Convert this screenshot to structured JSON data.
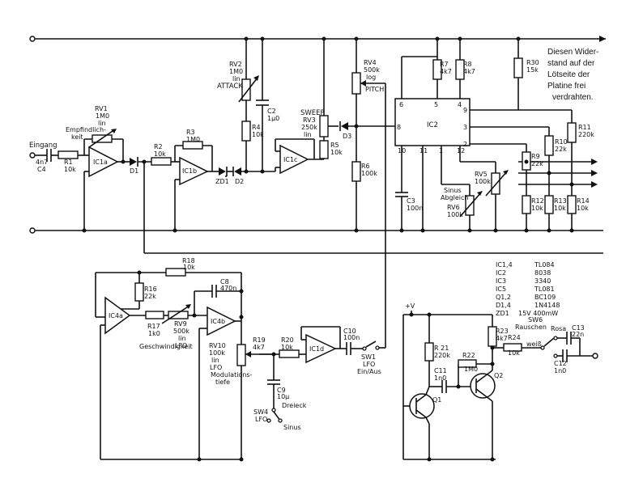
{
  "note": {
    "lines": [
      "Diesen Wider-",
      "stand auf der",
      "Lötseite der",
      "Platine frei",
      "verdrahten."
    ]
  },
  "input": {
    "name": "Eingang",
    "cap": "4n7",
    "cap_ref": "C4"
  },
  "r1": {
    "ref": "R1",
    "val": "10k"
  },
  "rv1": {
    "ref": "RV1",
    "val": "1M0",
    "type": "lin",
    "name1": "Empfindlich-",
    "name2": "keit"
  },
  "ic1a": "IC1a",
  "d1": "D1",
  "r2": {
    "ref": "R2",
    "val": "10k"
  },
  "r3": {
    "ref": "R3",
    "val": "1M0"
  },
  "ic1b": "IC1b",
  "zd1": "ZD1",
  "d2": "D2",
  "rv2": {
    "ref": "RV2",
    "val": "1M0",
    "type": "lin",
    "name": "ATTACK"
  },
  "c2": {
    "ref": "C2",
    "val": "1µ0"
  },
  "r4": {
    "ref": "R4",
    "val": "10k"
  },
  "ic1c": "IC1c",
  "rv3": {
    "name": "SWEEP",
    "ref": "RV3",
    "val": "250k",
    "type": "lin"
  },
  "r5": {
    "ref": "R5",
    "val": "10k"
  },
  "d3": "D3",
  "rv4": {
    "ref": "RV4",
    "val": "500k",
    "type": "log",
    "name": "PITCH"
  },
  "r6": {
    "ref": "R6",
    "val": "100k"
  },
  "ic2": {
    "ref": "IC2",
    "pins": [
      "6",
      "5",
      "4",
      "9",
      "8",
      "3",
      "2",
      "10",
      "11",
      "1",
      "12"
    ]
  },
  "r7": {
    "ref": "R7",
    "val": "4k7"
  },
  "r8": {
    "ref": "R8",
    "val": "4k7"
  },
  "r30": {
    "ref": "R30",
    "val": "15k"
  },
  "r11": {
    "ref": "R11",
    "val": "220k"
  },
  "r10": {
    "ref": "R10",
    "val": "22k"
  },
  "r9": {
    "ref": "R9",
    "val": "22k"
  },
  "rv5": {
    "ref": "RV5",
    "val": "100k"
  },
  "rv6": {
    "name1": "Sinus",
    "name2": "Abgleich",
    "ref": "RV6",
    "val": "100k"
  },
  "c3": {
    "ref": "C3",
    "val": "100n"
  },
  "r12": {
    "ref": "R12",
    "val": "10k"
  },
  "r13": {
    "ref": "R13",
    "val": "10k"
  },
  "r14": {
    "ref": "R14",
    "val": "10k"
  },
  "r18": {
    "ref": "R18",
    "val": "10k"
  },
  "r16": {
    "ref": "R16",
    "val": "22k"
  },
  "ic4a": "IC4a",
  "r17": {
    "ref": "R17",
    "val": "1k0"
  },
  "rv9": {
    "ref": "RV9",
    "val": "500k",
    "type": "lin",
    "lfo": "LFO",
    "name": "Geschwindigkeit"
  },
  "c8": {
    "ref": "C8",
    "val": "470n"
  },
  "ic4b": "IC4b",
  "rv10": {
    "ref": "RV10",
    "val": "100k",
    "type": "lin",
    "lfo": "LFO",
    "name1": "Modulations-",
    "name2": "tiefe"
  },
  "r19": {
    "ref": "R19",
    "val": "4k7"
  },
  "r20": {
    "ref": "R20",
    "val": "10k"
  },
  "ic1d": "IC1d",
  "c10": {
    "ref": "C10",
    "val": "100n"
  },
  "sw1": {
    "ref": "SW1",
    "lfo": "LFO",
    "name": "Ein/Aus"
  },
  "c9": {
    "ref": "C9",
    "val": "10µ"
  },
  "sw4": {
    "ref": "SW4",
    "lfo": "LFO",
    "pos1": "Dreieck",
    "pos2": "Sinus"
  },
  "parts_list": [
    [
      "IC1,4",
      "TL084"
    ],
    [
      "IC2",
      "8038"
    ],
    [
      "IC3",
      "3340"
    ],
    [
      "IC5",
      "TL081"
    ],
    [
      "Q1,2",
      "BC109"
    ],
    [
      "D1,4",
      "1N4148"
    ],
    [
      "ZD1",
      "15V 400mW"
    ]
  ],
  "vplus": "+V",
  "r21": {
    "ref": "R 21",
    "val": "220k"
  },
  "c11": {
    "ref": "C11",
    "val": "1n0"
  },
  "r22": {
    "ref": "R22",
    "val": "1M0"
  },
  "r23": {
    "ref": "R23",
    "val": "4k7"
  },
  "q1": "Q1",
  "q2": "Q2",
  "sw6": {
    "ref": "SW6",
    "name": "Rauschen",
    "pos1": "Rosa",
    "pos2": "weiß"
  },
  "c13": {
    "ref": "C13",
    "val": "22n"
  },
  "r24": {
    "ref": "R24",
    "val": "10k"
  },
  "c12": {
    "ref": "C12",
    "val": "1n0"
  }
}
